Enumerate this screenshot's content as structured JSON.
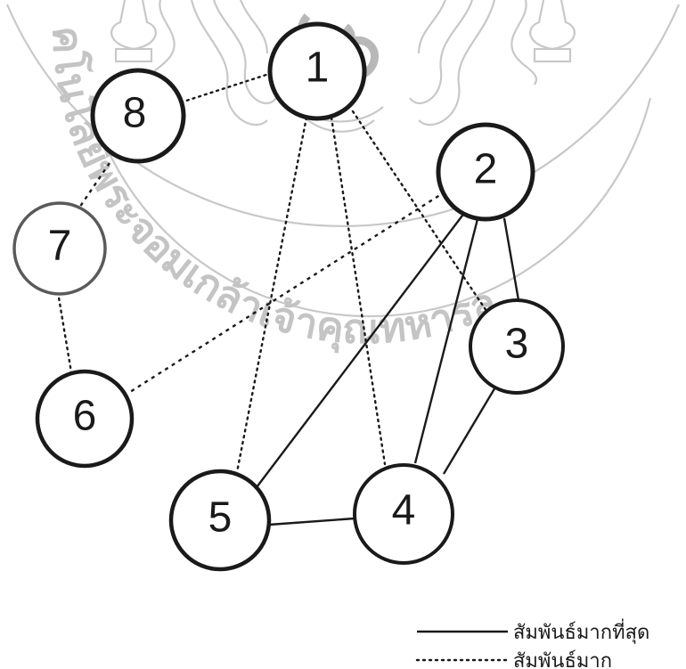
{
  "diagram": {
    "nodes": [
      {
        "id": "1",
        "label": "1"
      },
      {
        "id": "2",
        "label": "2"
      },
      {
        "id": "3",
        "label": "3"
      },
      {
        "id": "4",
        "label": "4"
      },
      {
        "id": "5",
        "label": "5"
      },
      {
        "id": "6",
        "label": "6"
      },
      {
        "id": "7",
        "label": "7"
      },
      {
        "id": "8",
        "label": "8"
      }
    ],
    "edges": [
      {
        "from": "2",
        "to": "3",
        "relation": "strongest"
      },
      {
        "from": "2",
        "to": "4",
        "relation": "strongest"
      },
      {
        "from": "2",
        "to": "5",
        "relation": "strongest"
      },
      {
        "from": "3",
        "to": "4",
        "relation": "strongest"
      },
      {
        "from": "4",
        "to": "5",
        "relation": "strongest"
      },
      {
        "from": "1",
        "to": "8",
        "relation": "strong"
      },
      {
        "from": "1",
        "to": "3",
        "relation": "strong"
      },
      {
        "from": "1",
        "to": "4",
        "relation": "strong"
      },
      {
        "from": "1",
        "to": "5",
        "relation": "strong"
      },
      {
        "from": "2",
        "to": "6",
        "relation": "strong"
      },
      {
        "from": "8",
        "to": "7",
        "relation": "strong"
      },
      {
        "from": "7",
        "to": "6",
        "relation": "strong"
      }
    ]
  },
  "legend": {
    "strongest_label": "สัมพันธ์มากที่สุด",
    "strong_label": "สัมพันธ์มาก"
  },
  "watermark": {
    "text": "คโนโลยีพระจอมเกล้าเจ้าคุณทหารล"
  },
  "colors": {
    "ink": "#1a1a1a",
    "watermark": "#c4c4c4",
    "background": "#ffffff"
  }
}
